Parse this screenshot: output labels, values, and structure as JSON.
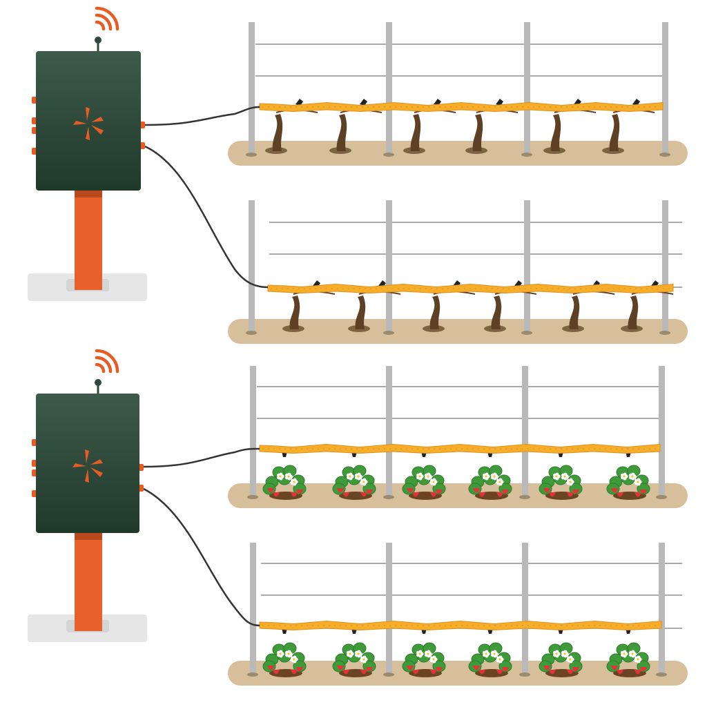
{
  "colors": {
    "controller_top": "#3e5a4b",
    "controller_bottom": "#1f3a2a",
    "accent_orange": "#e65c24",
    "post_orange": "#e8602a",
    "base_grey": "#e6e6e6",
    "soil": "#d6bf9a",
    "tube": "#f6ad2a",
    "tube_dark": "#e0901c",
    "trellis_post": "#b9b9b9",
    "trellis_wire": "#8f8f8f",
    "vine_trunk": "#5e4125",
    "cable": "#333333",
    "strawberry_leaf": "#3f9a3a",
    "strawberry_fruit": "#e2333a",
    "flower": "#ffffff"
  },
  "icons": {
    "wireless": "wifi-signal-icon",
    "logo": "brand-logo-icon"
  },
  "controllers": [
    {
      "id": "controller-1",
      "feeds": [
        "vineyard-row-1",
        "vineyard-row-2"
      ]
    },
    {
      "id": "controller-2",
      "feeds": [
        "strawberry-row-1",
        "strawberry-row-2"
      ]
    }
  ],
  "rows": [
    {
      "id": "vineyard-row-1",
      "crop": "grapevine",
      "plants": 6
    },
    {
      "id": "vineyard-row-2",
      "crop": "grapevine",
      "plants": 6
    },
    {
      "id": "strawberry-row-1",
      "crop": "strawberry",
      "plants": 6
    },
    {
      "id": "strawberry-row-2",
      "crop": "strawberry",
      "plants": 6
    }
  ]
}
